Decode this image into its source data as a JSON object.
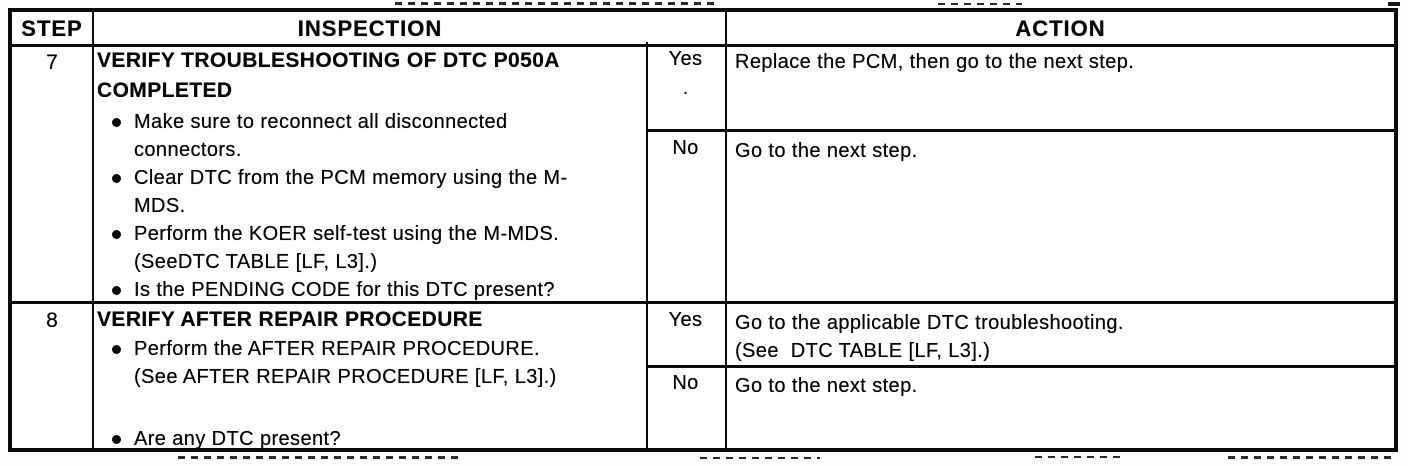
{
  "doc": {
    "kind": "service-manual troubleshooting table",
    "colors": {
      "ink": "#0b0b0b",
      "paper": "#ffffff"
    }
  },
  "header": {
    "step": "STEP",
    "inspection": "INSPECTION",
    "action": "ACTION"
  },
  "rows": [
    {
      "step": "7",
      "title": "VERIFY TROUBLESHOOTING OF DTC P050A\nCOMPLETED",
      "bullets": [
        "Make sure to reconnect all disconnected\nconnectors.",
        "Clear DTC from the PCM memory using the M-\nMDS.",
        "Perform the KOER self-test using the M-MDS.\n(SeeDTC TABLE [LF, L3].)",
        "Is the PENDING CODE for this DTC present?"
      ],
      "yes_label": "Yes",
      "yes_artifact": ".",
      "yes_action": "Replace the PCM, then go to the next step.",
      "no_label": "No",
      "no_action": "Go to the next step."
    },
    {
      "step": "8",
      "title": "VERIFY AFTER REPAIR PROCEDURE",
      "bullets": [
        "Perform the AFTER REPAIR PROCEDURE.\n(See AFTER REPAIR PROCEDURE [LF, L3].)",
        "Are any DTC present?"
      ],
      "yes_label": "Yes",
      "yes_action": "Go to the applicable DTC troubleshooting.\n(See  DTC TABLE [LF, L3].)",
      "no_label": "No",
      "no_action": "Go to the next step."
    }
  ]
}
